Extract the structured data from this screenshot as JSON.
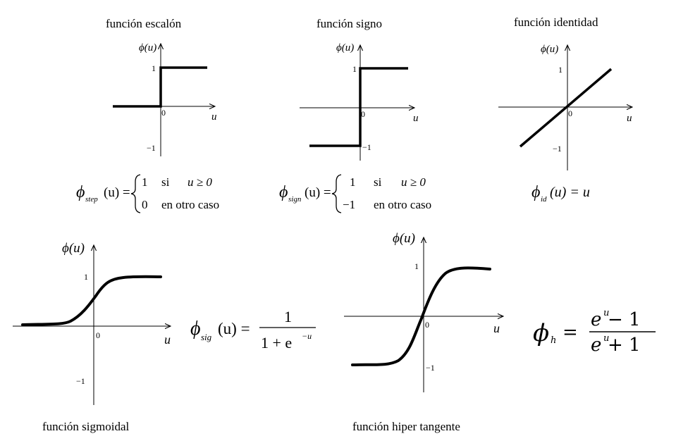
{
  "titles": {
    "step": "función escalón",
    "sign": "función signo",
    "identity": "función identidad",
    "sigmoid": "función sigmoidal",
    "tanh": "función hiper tangente"
  },
  "axes": {
    "x_label": "u",
    "y_label": "ϕ(u)",
    "tick_one": "1",
    "tick_minus_one": "−1",
    "tick_zero": "0"
  },
  "formulas": {
    "step": {
      "phi": "ϕ",
      "sub": "step",
      "lhs": "(u) =",
      "case1_value": "1",
      "case1_word": "si",
      "case1_cond": "u ≥ 0",
      "case2_value": "0",
      "case2_word": "en otro caso"
    },
    "sign": {
      "phi": "ϕ",
      "sub": "sign",
      "lhs": "(u) =",
      "case1_value": "1",
      "case1_word": "si",
      "case1_cond": "u ≥ 0",
      "case2_value": "−1",
      "case2_word": "en otro caso"
    },
    "identity": {
      "phi": "ϕ",
      "sub": "id",
      "rhs": "(u) = u"
    },
    "sigmoid": {
      "phi": "ϕ",
      "sub": "sig",
      "lhs": "(u) =",
      "numerator": "1",
      "denominator": "1 + e",
      "exponent": "−u"
    },
    "tanh": {
      "phi": "ϕ",
      "sub": "h",
      "eq": "=",
      "num_base": "e",
      "num_exp": "u",
      "num_rest": " − 1",
      "den_base": "e",
      "den_exp": "u",
      "den_rest": " + 1"
    }
  }
}
